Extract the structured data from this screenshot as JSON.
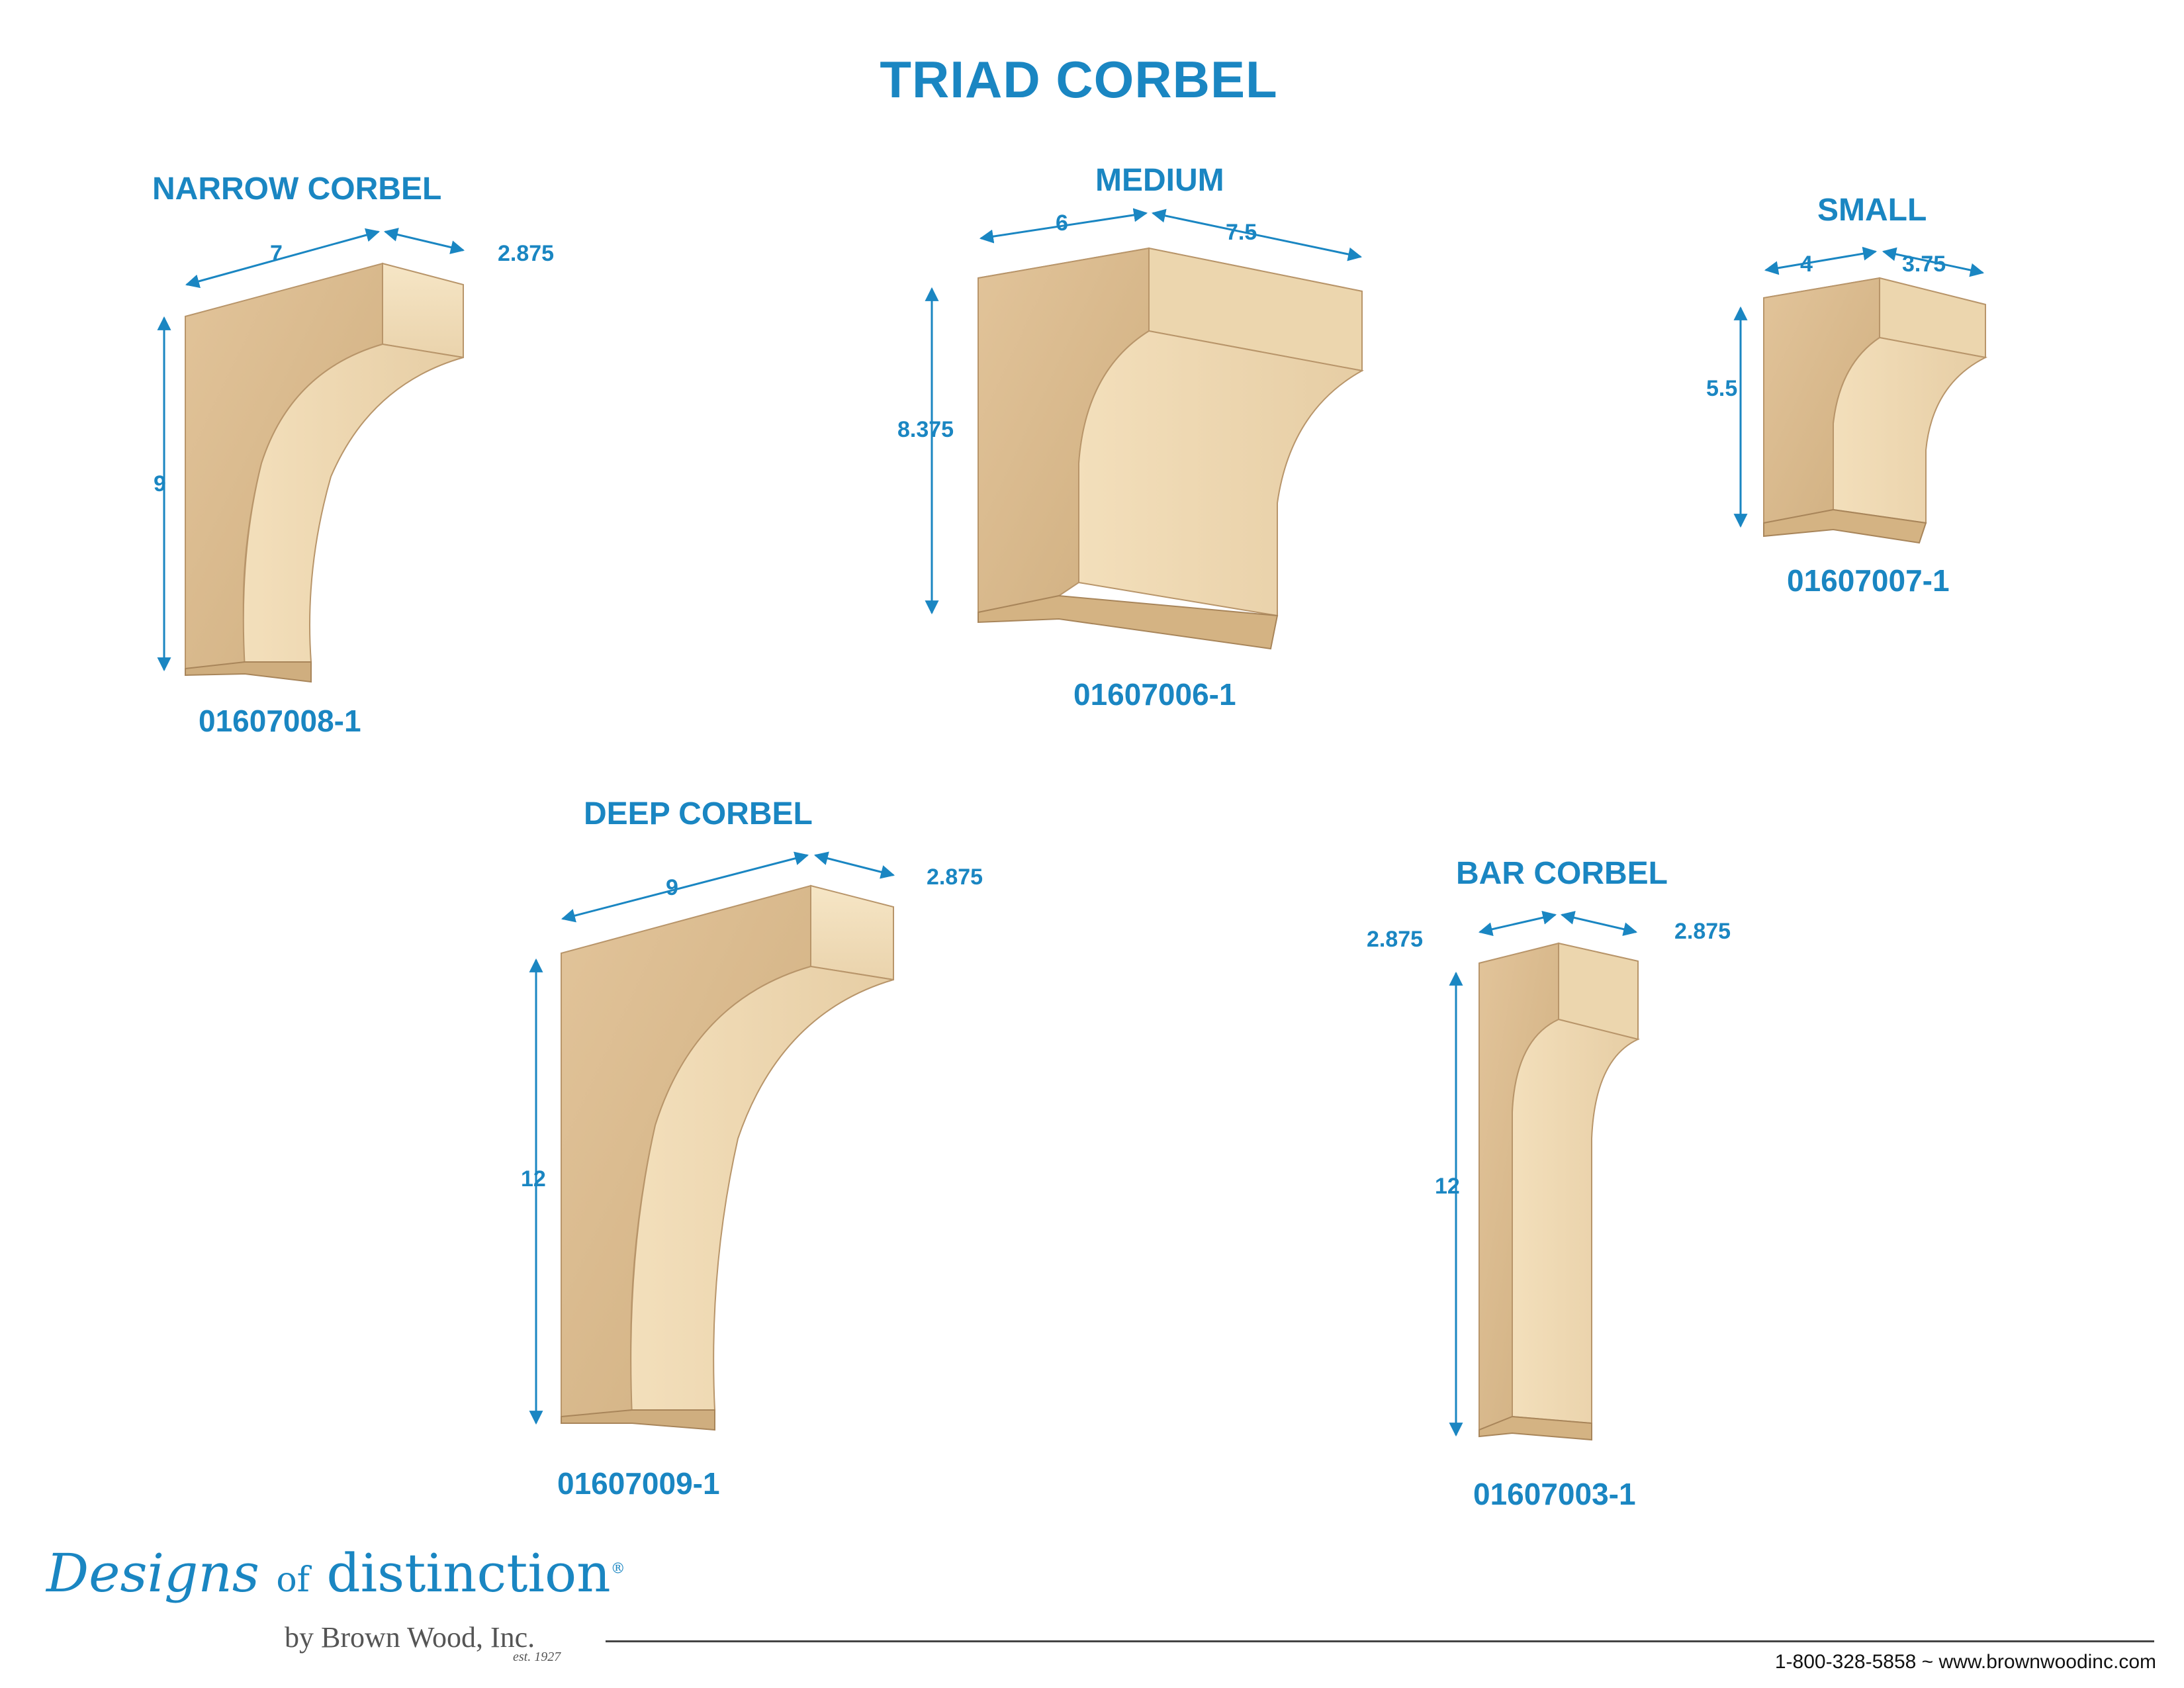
{
  "title": "TRIAD CORBEL",
  "colors": {
    "accent": "#1a86c2",
    "wood_side": "#d8b98c",
    "wood_front": "#f0dcb8",
    "wood_edge": "#b8956a"
  },
  "corbels": {
    "narrow": {
      "heading": "NARROW CORBEL",
      "part_no": "01607008-1",
      "width": "7",
      "depth": "2.875",
      "height": "9"
    },
    "medium": {
      "heading": "MEDIUM",
      "part_no": "01607006-1",
      "width": "6",
      "depth": "7.5",
      "height": "8.375"
    },
    "small": {
      "heading": "SMALL",
      "part_no": "01607007-1",
      "width": "4",
      "depth": "3.75",
      "height": "5.5"
    },
    "deep": {
      "heading": "DEEP CORBEL",
      "part_no": "01607009-1",
      "width": "9",
      "depth": "2.875",
      "height": "12"
    },
    "bar": {
      "heading": "BAR CORBEL",
      "part_no": "01607003-1",
      "width": "2.875",
      "depth": "2.875",
      "height": "12"
    }
  },
  "footer": {
    "brand_main": "Designs",
    "brand_of": "of",
    "brand_rest": "distinction",
    "registered": "®",
    "brand_sub": "by Brown Wood, Inc.",
    "brand_est": "est. 1927",
    "contact": "1-800-328-5858 ~ www.brownwoodinc.com"
  }
}
